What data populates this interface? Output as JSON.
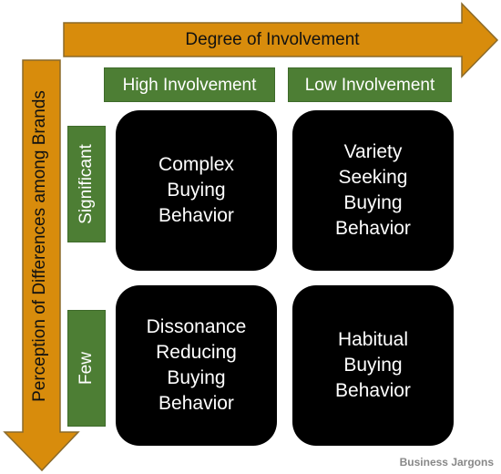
{
  "diagram": {
    "top_arrow_label": "Degree of Involvement",
    "left_arrow_label": "Perception of Differences among Brands",
    "columns": [
      "High Involvement",
      "Low Involvement"
    ],
    "rows": [
      "Significant",
      "Few"
    ],
    "cells": {
      "complex": "Complex\nBuying\nBehavior",
      "variety": "Variety\nSeeking\nBuying\nBehavior",
      "dissonance": "Dissonance\nReducing\nBuying\nBehavior",
      "habitual": "Habitual\nBuying\nBehavior"
    },
    "watermark": "Business Jargons",
    "colors": {
      "arrow_fill": "#d88c0c",
      "arrow_stroke": "#8a6a2a",
      "header_green": "#4d7e34",
      "cell_black": "#000000"
    }
  }
}
